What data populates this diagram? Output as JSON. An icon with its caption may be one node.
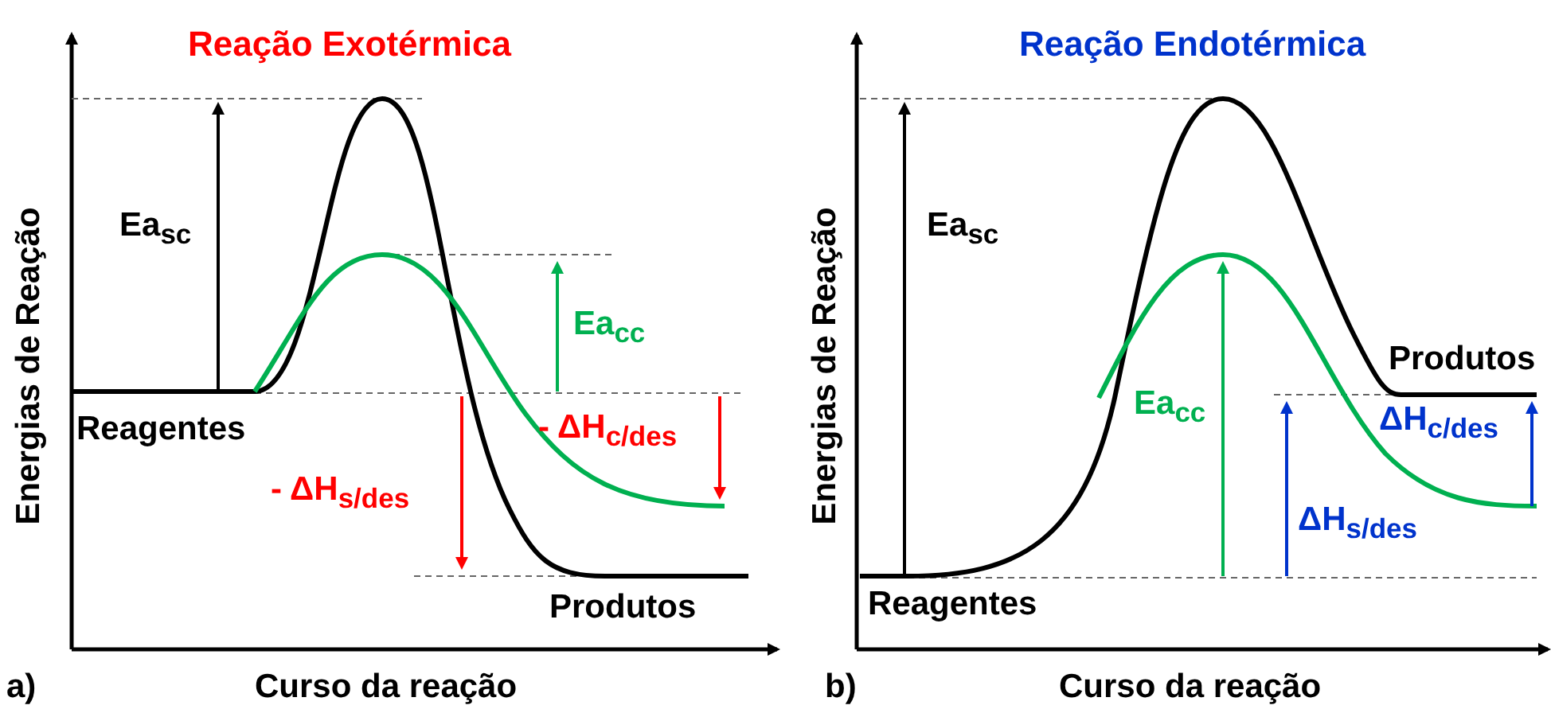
{
  "diagram": {
    "labels": [
      "Reação Exotérmica",
      "Ea$_{sc}$",
      "Ea$_{cc}$",
      "Reagentes",
      "- ΔH$_{c/des}$",
      "- ΔH$_{s/des}$",
      "Produtos",
      "Energias de Reação",
      "a)",
      "Curso da reação",
      "Reação Endotérmica",
      "Ea$_{sc}$",
      "Produtos",
      "Ea$_{cc}$",
      "ΔH$_{c/des}$",
      "ΔH$_{s/des}$",
      "Energias de Reação",
      "Reagentes",
      "b)",
      "Curso da reação"
    ]
  }
}
